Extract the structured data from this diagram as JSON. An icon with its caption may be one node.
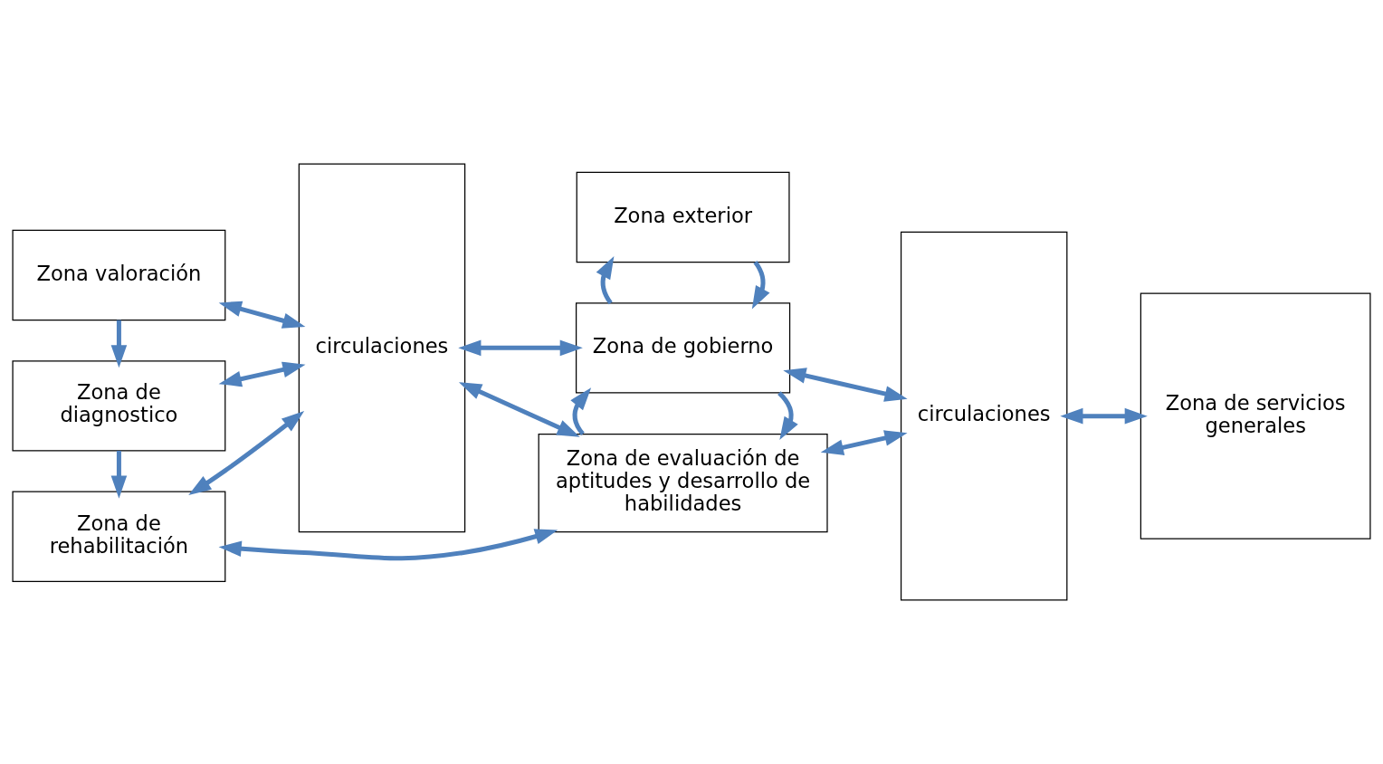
{
  "diagram": {
    "nodes": [
      {
        "text": [
          "Zona valoración"
        ]
      },
      {
        "text": [
          "circulaciones"
        ]
      },
      {
        "text": [
          "Zona exterior"
        ]
      },
      {
        "text": [
          "circulaciones"
        ]
      },
      {
        "text": [
          "Zona de diagnostico"
        ]
      },
      {
        "text": [
          "Zona de gobierno"
        ]
      },
      {
        "text": [
          "Zona de servicios generales"
        ]
      },
      {
        "text": [
          "Zona de rehabilitación"
        ]
      },
      {
        "text": [
          "Zona de evaluación de aptitudes y desarrollo de habilidades"
        ]
      }
    ],
    "edges": [
      {
        "from": 0,
        "to": 1,
        "arrow": "both"
      },
      {
        "from": 0,
        "to": 4,
        "arrow": "to"
      },
      {
        "from": 2,
        "to": 5,
        "arrow": "to"
      },
      {
        "from": 5,
        "to": 2,
        "arrow": "to"
      },
      {
        "from": 4,
        "to": 1,
        "arrow": "both"
      },
      {
        "from": 1,
        "to": 5,
        "arrow": "both"
      },
      {
        "from": 5,
        "to": 3,
        "arrow": "both"
      },
      {
        "from": 3,
        "to": 6,
        "arrow": "both"
      },
      {
        "from": 4,
        "to": 7,
        "arrow": "to"
      },
      {
        "from": 5,
        "to": 8,
        "arrow": "to"
      },
      {
        "from": 8,
        "to": 5,
        "arrow": "to"
      },
      {
        "from": 7,
        "to": 1,
        "arrow": "both"
      },
      {
        "from": 1,
        "to": 8,
        "arrow": "both"
      },
      {
        "from": 8,
        "to": 3,
        "arrow": "both"
      },
      {
        "from": 7,
        "to": 8,
        "arrow": "both"
      }
    ]
  }
}
